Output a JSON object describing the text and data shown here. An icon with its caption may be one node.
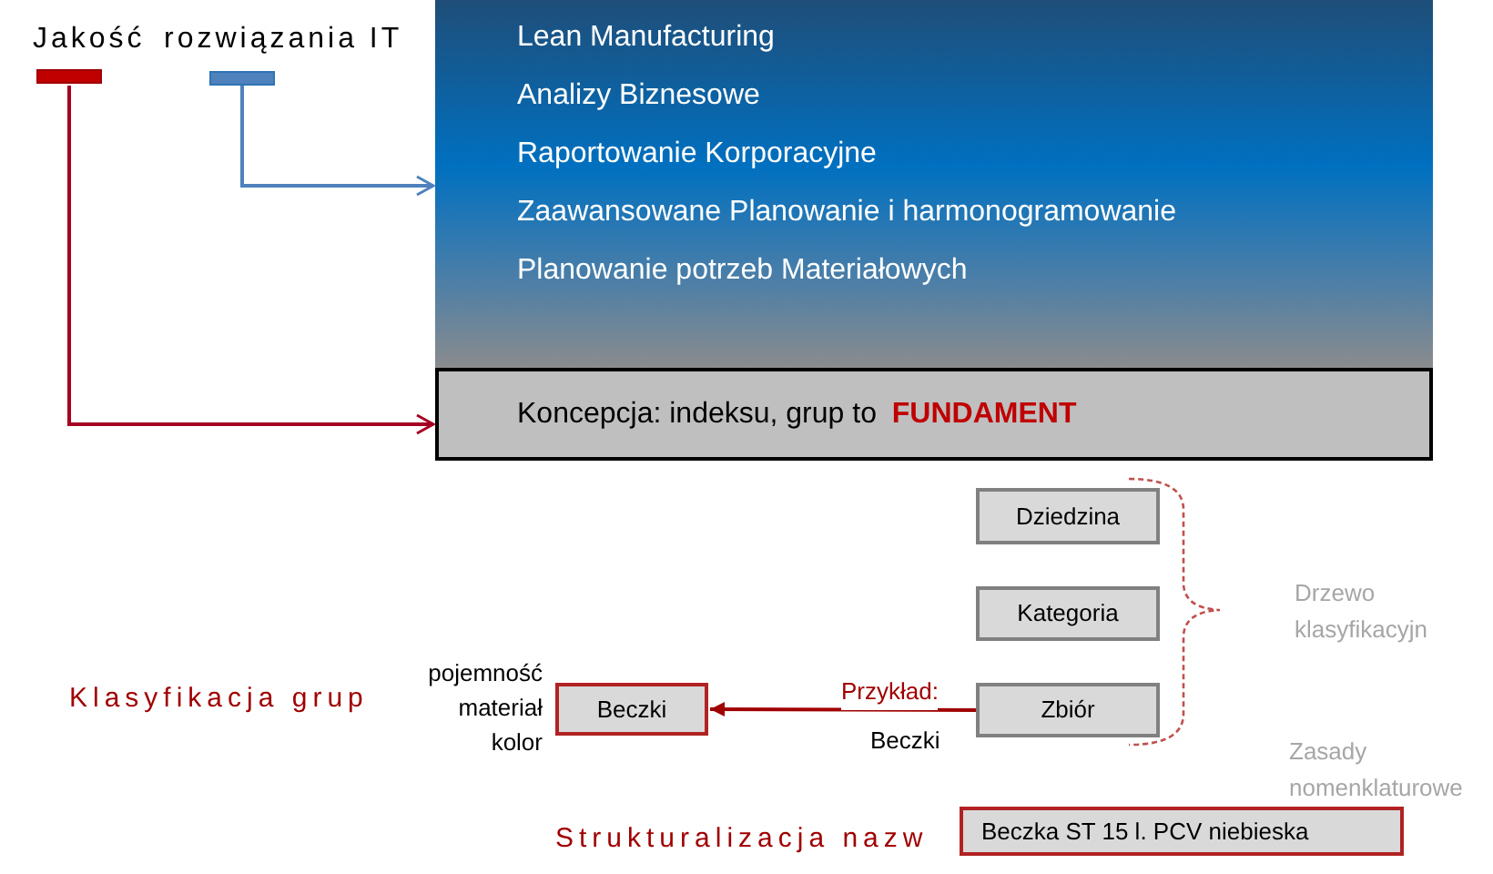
{
  "diagram": {
    "nodes": [
      {
        "text": [
          "Jakość"
        ]
      },
      {
        "text": [
          "rozwiązania IT"
        ]
      },
      {
        "text": [
          "Lean Manufacturing",
          "Analizy Biznesowe",
          "Raportowanie Korporacyjne",
          "Zaawansowane Planowanie i harmonogramowanie",
          "Planowanie potrzeb Materiałowych"
        ]
      },
      {
        "text": [
          "Koncepcja: indeksu, grup to **FUNDAMENT**"
        ]
      },
      {
        "text": [
          "Dziedzina"
        ]
      },
      {
        "text": [
          "Kategoria"
        ]
      },
      {
        "text": [
          "Zbiór"
        ]
      },
      {
        "text": [
          "Beczki"
        ],
        "beside": [
          "pojemność materiał kolor"
        ]
      },
      {
        "text": [
          "Beczka ST 15 l. PCV niebieska"
        ]
      }
    ],
    "edges": [
      {
        "from": 0,
        "to": 3,
        "arrow": "to",
        "color": "#a50021"
      },
      {
        "from": 1,
        "to": 2,
        "arrow": "to",
        "color": "#4f81bd"
      },
      {
        "from": 6,
        "to": 7,
        "arrow": "to",
        "label": "Przykład:",
        "color": "#a00000"
      }
    ],
    "labels": [
      "Drzewo klasyfikacyjn",
      "Klasyfikacja grup",
      "Beczki",
      "Zasady nomenklaturowe",
      "Strukturalizacja nazw"
    ]
  }
}
